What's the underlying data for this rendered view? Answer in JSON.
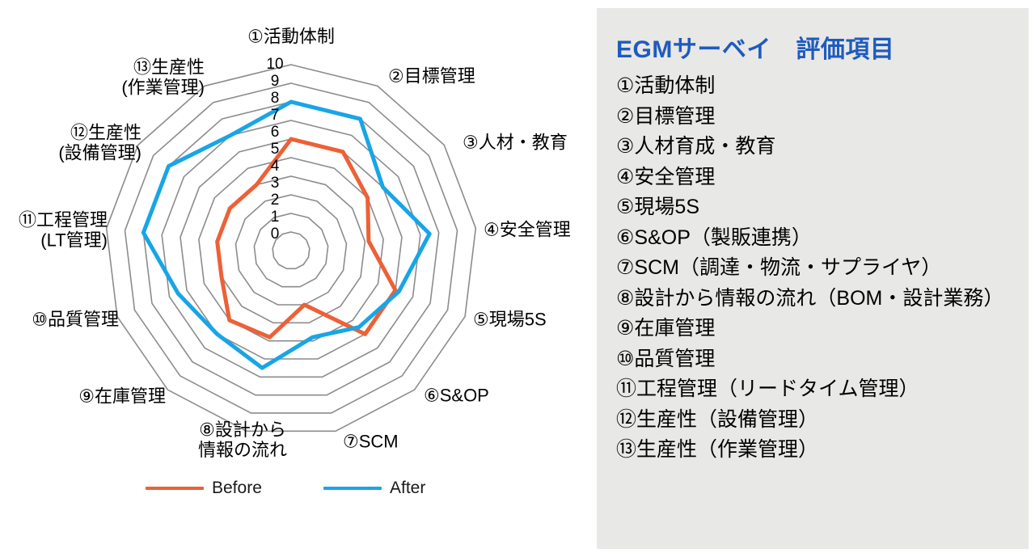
{
  "chart_data": {
    "type": "radar",
    "title": "",
    "categories": [
      "①活動体制",
      "②目標管理",
      "③人材・教育",
      "④安全管理",
      "⑤現場5S",
      "⑥S&OP",
      "⑦SCM",
      "⑧設計から\n情報の流れ",
      "⑨在庫管理",
      "⑩品質管理",
      "⑪工程管理\n(LT管理)",
      "⑫生産性\n(設備管理)",
      "⑬生産性\n(作業管理)"
    ],
    "tick_labels": [
      "0",
      "1",
      "2",
      "3",
      "4",
      "5",
      "6",
      "7",
      "8",
      "9",
      "10"
    ],
    "rlim": [
      0,
      10
    ],
    "rings": 10,
    "grid": true,
    "legend_position": "bottom",
    "series": [
      {
        "name": "Before",
        "color": "#ec6137",
        "values": [
          6,
          6,
          5,
          4.2,
          6,
          6,
          3,
          4.8,
          5,
          4,
          4,
          4,
          4
        ]
      },
      {
        "name": "After",
        "color": "#18a5e8",
        "values": [
          8,
          8,
          6,
          7.5,
          6.2,
          5.5,
          4.8,
          6.5,
          6,
          6.5,
          8,
          8,
          7
        ]
      }
    ]
  },
  "chart": {
    "axis_labels": [
      "①活動体制",
      "②目標管理",
      "③人材・教育",
      "④安全管理",
      "⑤現場5S",
      "⑥S&OP",
      "⑦SCM",
      "⑧設計から\n情報の流れ",
      "⑨在庫管理",
      "⑩品質管理",
      "⑪工程管理\n(LT管理)",
      "⑫生産性\n(設備管理)",
      "⑬生産性\n(作業管理)"
    ],
    "ticks": [
      "10",
      "9",
      "8",
      "7",
      "6",
      "5",
      "4",
      "3",
      "2",
      "1",
      "0"
    ],
    "legend": [
      {
        "label": "Before",
        "color": "#ec6137"
      },
      {
        "label": "After",
        "color": "#18a5e8"
      }
    ]
  },
  "side_panel": {
    "title": "EGMサーベイ　評価項目",
    "background": "#e8e8e6",
    "title_color": "#1e5bbf",
    "items": [
      "①活動体制",
      "②目標管理",
      "③人材育成・教育",
      "④安全管理",
      "⑤現場5S",
      "⑥S&OP（製販連携）",
      "⑦SCM（調達・物流・サプライヤ）",
      "⑧設計から情報の流れ（BOM・設計業務）",
      "⑨在庫管理",
      "⑩品質管理",
      "⑪工程管理（リードタイム管理）",
      "⑫生産性（設備管理）",
      "⑬生産性（作業管理）"
    ]
  }
}
